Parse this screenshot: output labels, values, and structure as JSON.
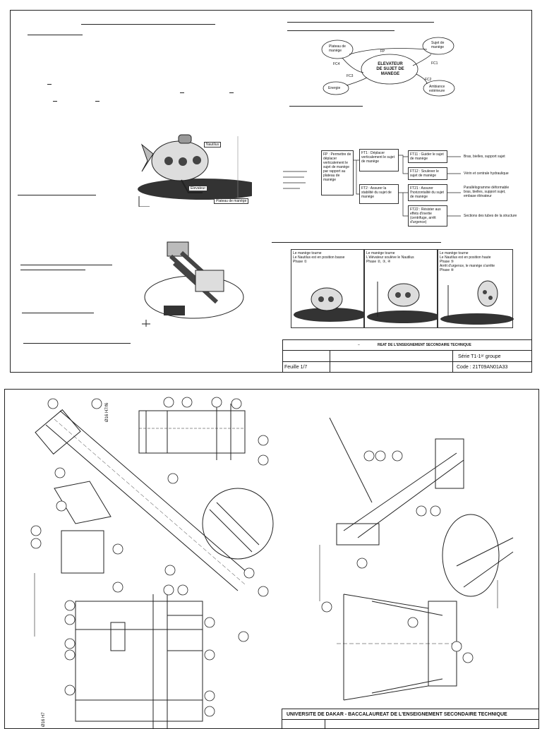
{
  "sheet1": {
    "diagram_center": "ELEVATEUR\nDE SUJET DE\nMANEGE",
    "nodes": {
      "plateau": "Plateau de\nmanège",
      "sujet": "Sujet de\nmanège",
      "energie": "Energie",
      "ambiance": "Ambiance\nextérieure"
    },
    "links": {
      "fp": "FP",
      "fc1": "FC1",
      "fc2": "FC2",
      "fc3": "FC3",
      "fc4": "FC4"
    },
    "photo_labels": {
      "nautilus": "Nautilus",
      "elevateur": "Elevateur",
      "plateau": "Plateau de manège"
    },
    "fast": {
      "fp": "FP :\nPermettre de\ndéplacer\nverticalement\nle sujet de\nmanège par\nrapport au\nplateau de\nmanège",
      "ft1": "FT1 : Déplacer\nverticalement le\nsujet de manège",
      "ft2": "FT2 : Assurer la\nstabilité du sujet\nde manège",
      "ft11": "FT11 : Guider le\nsujet de manège",
      "ft12": "FT12 : Soulever le\nsujet de manège",
      "ft21": "FT21 : Assurer\nl'horizontalité du\nsujet de manège",
      "ft22": "FT22 : Résister aux\neffets d'inertie\n(centrifuge, arrêt\nd'urgence)",
      "s11": "Bras, bielles, support sujet",
      "s12": "Vérin et centrale hydraulique",
      "s21": "Parallélogramme déformable\nbras, bielles, support sujet,\nembase élévateur",
      "s22": "Sections des tubes de la structure"
    },
    "phases": [
      "Le manège tourne\nLe Nautilus est en position basse\nPhase ①",
      "Le manège tourne\nL'élévateur soulève le Nautilus\nPhase ②, ③, ④",
      "Le manège tourne\nLe Nautilus est en position haute\nPhase ⑤\nArrêt d'urgence, le manège s'arrête\nPhase ⑥"
    ],
    "title_block": {
      "dash": "–",
      "exam": "REAT DE L'ENSEIGNEMENT SECONDAIRE TECHNIQUE",
      "serie": "Série  T1-1ᵉʳ groupe",
      "feuille": "Feuille 1/7",
      "code": "Code :  21T09AN01A33"
    }
  },
  "sheet2": {
    "dim_top": "Ø16 H7/f6",
    "dim_bottom": "Ø16 H7",
    "title_block": "UNIVERSITE DE DAKAR - BACCALAUREAT DE L'ENSEIGNEMENT SECONDAIRE TECHNIQUE"
  }
}
